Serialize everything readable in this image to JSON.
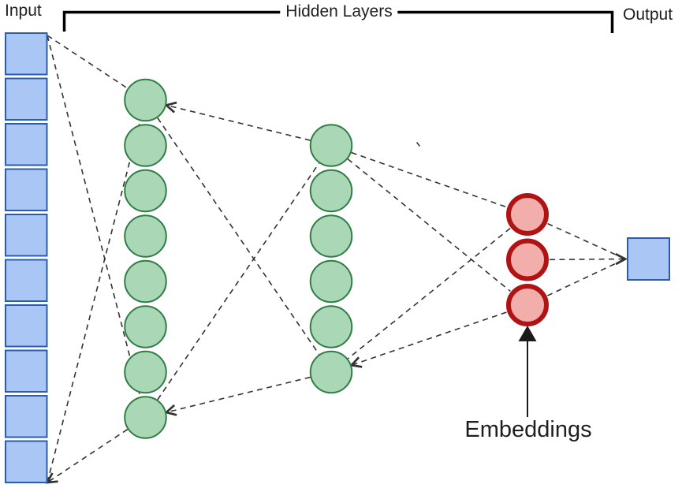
{
  "diagram": {
    "title": "Neural network embeddings diagram",
    "labels": {
      "input": "Input",
      "hidden_layers": "Hidden Layers",
      "output": "Output",
      "embeddings": "Embeddings"
    },
    "layers": [
      {
        "id": "input",
        "shape": "square",
        "count": 10,
        "fill": "#a9c6f5",
        "stroke": "#2b5cb5"
      },
      {
        "id": "hidden1",
        "shape": "circle",
        "count": 8,
        "fill": "#aad8b7",
        "stroke": "#2f7d44"
      },
      {
        "id": "hidden2",
        "shape": "circle",
        "count": 6,
        "fill": "#aad8b7",
        "stroke": "#2f7d44"
      },
      {
        "id": "embeddings",
        "shape": "circle",
        "count": 3,
        "fill": "#f2aeaa",
        "stroke": "#b01313"
      },
      {
        "id": "output",
        "shape": "square",
        "count": 1,
        "fill": "#a9c6f5",
        "stroke": "#2b5cb5"
      }
    ],
    "colors": {
      "connection_line": "#333333",
      "bracket": "#000000",
      "text": "#1f1f1f",
      "annotation_arrow": "#1a1a1a"
    }
  }
}
